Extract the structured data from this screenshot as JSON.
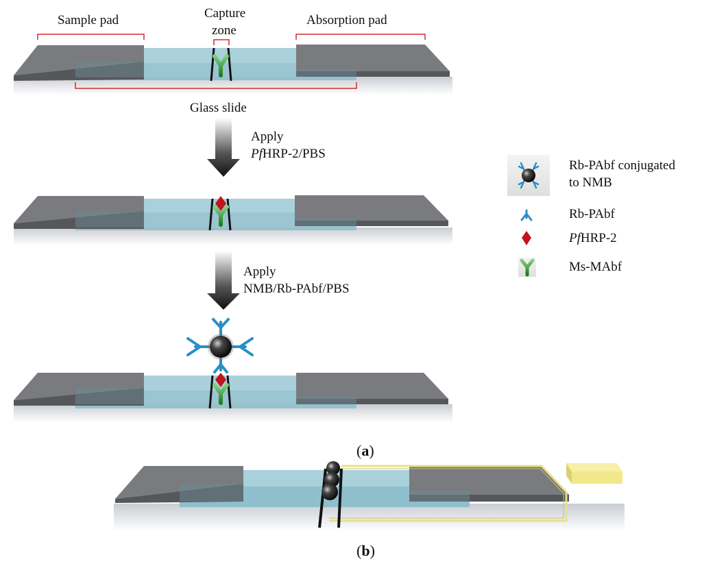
{
  "labels": {
    "sample_pad": "Sample pad",
    "capture_zone_line1": "Capture",
    "capture_zone_line2": "zone",
    "absorption_pad": "Absorption pad",
    "glass_slide": "Glass slide"
  },
  "steps": [
    {
      "line1": "Apply",
      "line2_italic": "Pf",
      "line2_rest": "HRP-2/PBS"
    },
    {
      "line1": "Apply",
      "line2": "NMB/Rb-PAbf/PBS"
    }
  ],
  "legend": [
    {
      "icon": "nmb-conjugate-icon",
      "line1": "Rb-PAbf conjugated",
      "line2": "to NMB"
    },
    {
      "icon": "rb-pabf-antibody-icon",
      "text": "Rb-PAbf"
    },
    {
      "icon": "pfhrp2-antigen-icon",
      "italic": "Pf",
      "text": "HRP-2"
    },
    {
      "icon": "ms-mabf-antibody-icon",
      "text": "Ms-MAbf"
    }
  ],
  "panels": {
    "a": "a",
    "b": "b"
  },
  "colors": {
    "pad": "#6e6f72",
    "glass": "#8fbfcc",
    "bracket": "#d62a2a",
    "ms_mabf": "#2f8f2f",
    "rb_pabf": "#2a8fc4",
    "pfhrp2": "#c0161b",
    "electrode": "#e8e08a"
  }
}
